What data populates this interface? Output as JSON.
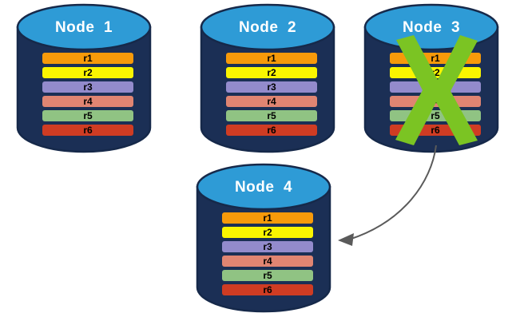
{
  "background_color": "#ffffff",
  "theme": {
    "cylinder_body": "#1B2F55",
    "cylinder_top": "#2E9BD6",
    "cylinder_outline": "#16294a",
    "title_color": "#ffffff",
    "record_label_color": "#000000",
    "x_mark_color": "#7BC423",
    "arrow_color": "#5a5a5a"
  },
  "record_colors": {
    "r1": "#F79A0A",
    "r2": "#FAF500",
    "r3": "#938BCC",
    "r4": "#E08572",
    "r5": "#90C383",
    "r6": "#CF3C23"
  },
  "nodes": [
    {
      "id": "node-1",
      "title": "Node  1",
      "failed": false,
      "records": [
        {
          "label": "r1",
          "color": "#F79A0A"
        },
        {
          "label": "r2",
          "color": "#FAF500"
        },
        {
          "label": "r3",
          "color": "#938BCC"
        },
        {
          "label": "r4",
          "color": "#E08572"
        },
        {
          "label": "r5",
          "color": "#90C383"
        },
        {
          "label": "r6",
          "color": "#CF3C23"
        }
      ]
    },
    {
      "id": "node-2",
      "title": "Node  2",
      "failed": false,
      "records": [
        {
          "label": "r1",
          "color": "#F79A0A"
        },
        {
          "label": "r2",
          "color": "#FAF500"
        },
        {
          "label": "r3",
          "color": "#938BCC"
        },
        {
          "label": "r4",
          "color": "#E08572"
        },
        {
          "label": "r5",
          "color": "#90C383"
        },
        {
          "label": "r6",
          "color": "#CF3C23"
        }
      ]
    },
    {
      "id": "node-3",
      "title": "Node  3",
      "failed": true,
      "records": [
        {
          "label": "r1",
          "color": "#F79A0A"
        },
        {
          "label": "r2",
          "color": "#FAF500"
        },
        {
          "label": "r3",
          "color": "#938BCC"
        },
        {
          "label": "r4",
          "color": "#E08572"
        },
        {
          "label": "r5",
          "color": "#90C383"
        },
        {
          "label": "r6",
          "color": "#CF3C23"
        }
      ]
    },
    {
      "id": "node-4",
      "title": "Node  4",
      "failed": false,
      "records": [
        {
          "label": "r1",
          "color": "#F79A0A"
        },
        {
          "label": "r2",
          "color": "#FAF500"
        },
        {
          "label": "r3",
          "color": "#938BCC"
        },
        {
          "label": "r4",
          "color": "#E08572"
        },
        {
          "label": "r5",
          "color": "#90C383"
        },
        {
          "label": "r6",
          "color": "#CF3C23"
        }
      ]
    }
  ],
  "annotations": {
    "failure_marker": "x-mark-icon",
    "failover_arrow": "curved-arrow-icon"
  }
}
